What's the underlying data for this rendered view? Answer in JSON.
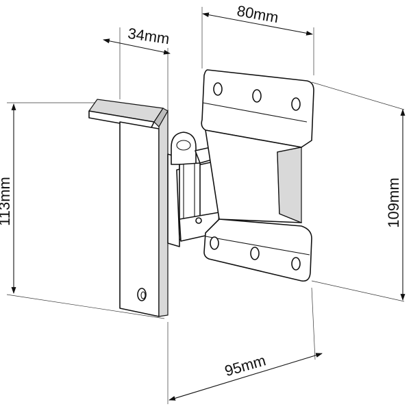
{
  "diagram": {
    "dimensions": {
      "top_width": "80mm",
      "depth": "34mm",
      "left_height": "113mm",
      "right_height": "109mm",
      "bottom_width": "95mm"
    },
    "colors": {
      "line": "#111111",
      "background": "#ffffff",
      "shading": "#d9d9d9"
    }
  }
}
